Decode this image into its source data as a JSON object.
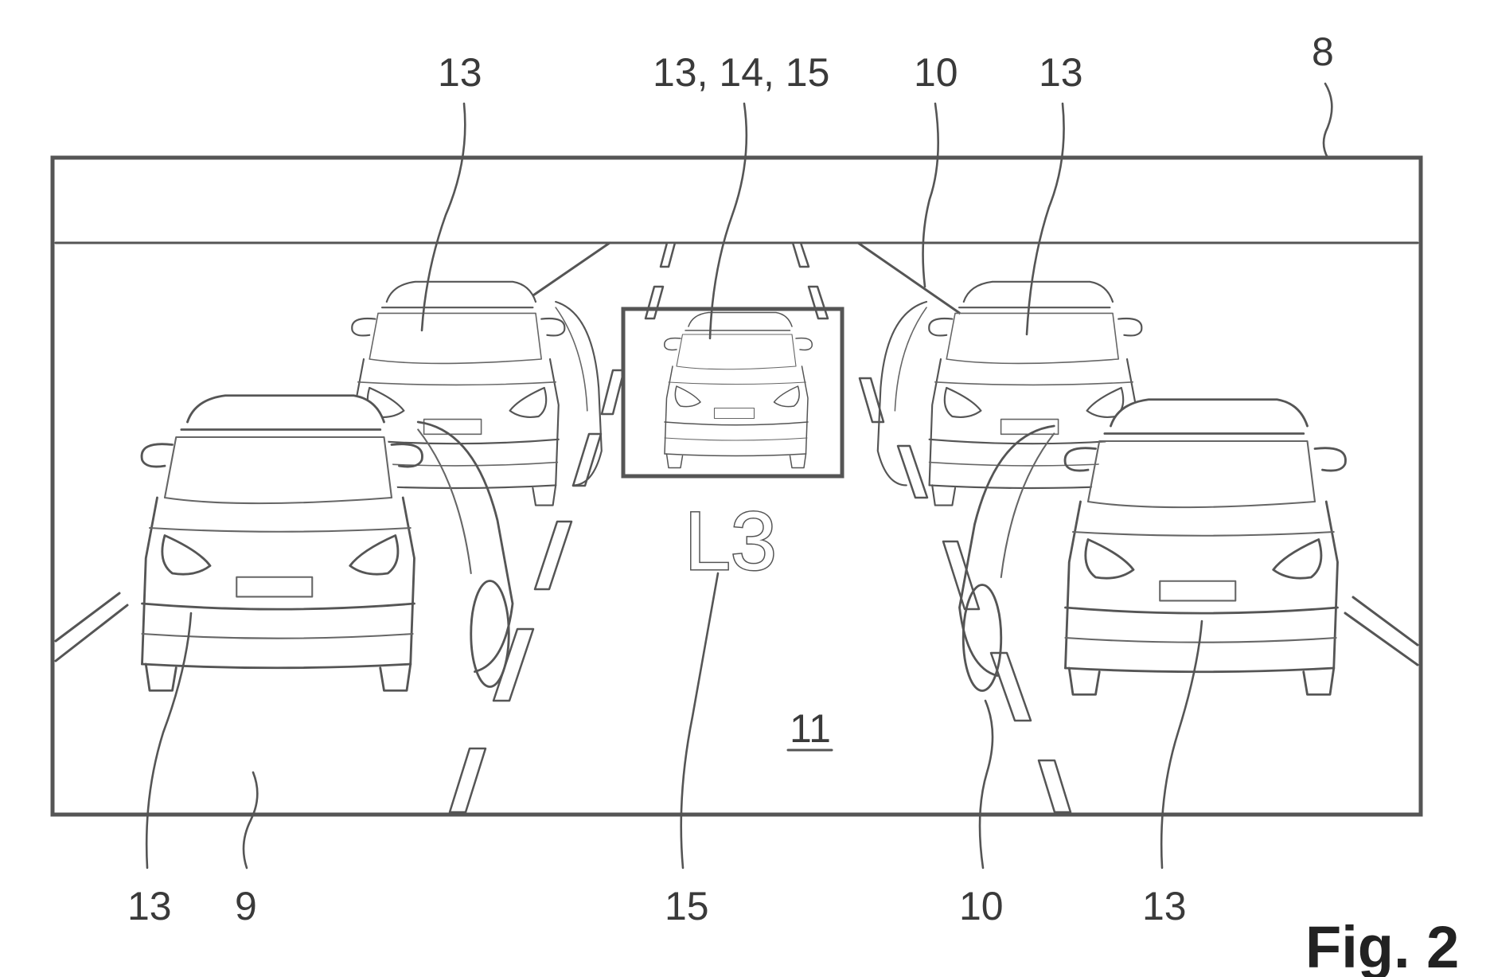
{
  "figure": {
    "label": "Fig. 2",
    "display_marking": "L3",
    "reference_labels": {
      "display_frame": "8",
      "left_vehicle_top": "13",
      "target_vehicle": "13, 14, 15",
      "lane_marking_top": "10",
      "right_vehicle_top": "13",
      "left_vehicle_bottom": "13",
      "road_area": "9",
      "marking_ref": "15",
      "lane_marking_bottom": "10",
      "right_vehicle_bottom": "13",
      "own_lane": "11"
    }
  }
}
